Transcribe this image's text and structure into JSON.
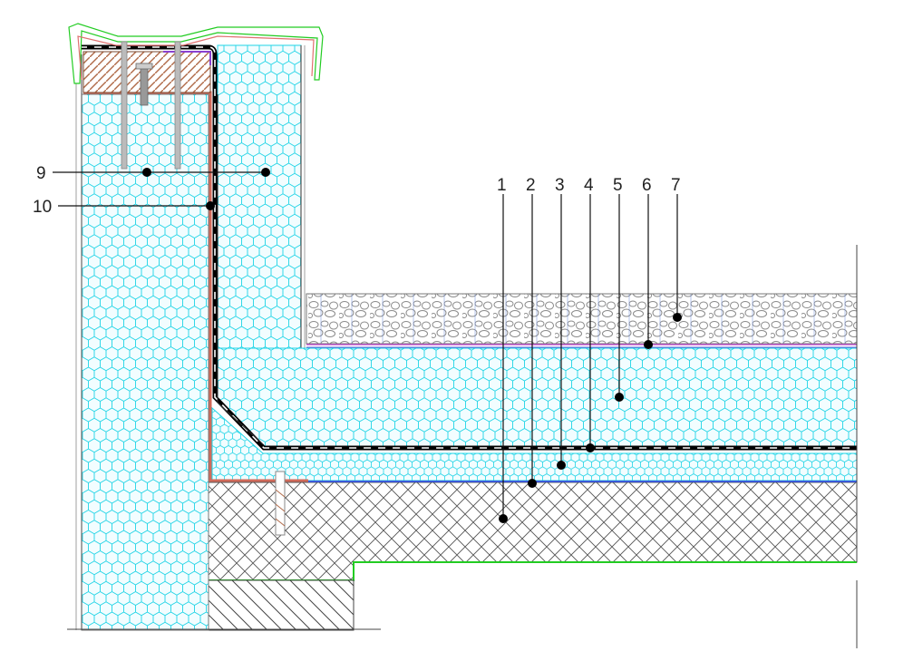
{
  "labels": {
    "l1": "1",
    "l2": "2",
    "l3": "3",
    "l4": "4",
    "l5": "5",
    "l6": "6",
    "l7": "7",
    "l9": "9",
    "l10": "10"
  },
  "colors": {
    "insulation_hex": "#1fd4e6",
    "insulation_fill": "#f2fdff",
    "edge_green": "#22cc22",
    "vapor_barrier_red": "#d06a5a",
    "separation_blue": "#3a5ad8",
    "geotextile_magenta": "#c040d0",
    "concrete_hatch": "#555555",
    "timber_hatch": "#b06a48",
    "gravel": "#8a8a8a",
    "membrane": "#000000"
  }
}
